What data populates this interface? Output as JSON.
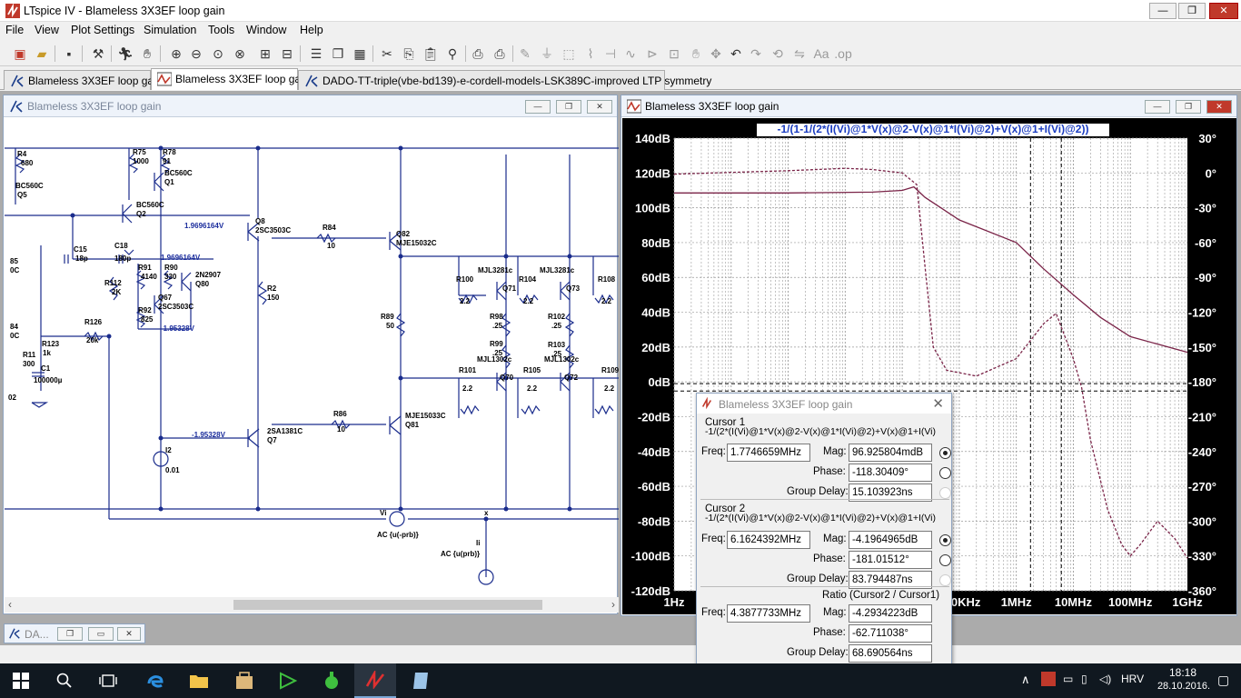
{
  "window": {
    "title": "LTspice IV - Blameless 3X3EF loop gain",
    "min": "—",
    "max": "❐",
    "close": "✕"
  },
  "menu": [
    "File",
    "View",
    "Plot Settings",
    "Simulation",
    "Tools",
    "Window",
    "Help"
  ],
  "tabs": [
    {
      "label": "Blameless 3X3EF loop gain"
    },
    {
      "label": "Blameless 3X3EF loop gain"
    },
    {
      "label": "DADO-TT-triple(vbe-bd139)-e-cordell-models-LSK389C-improved LTP symmetry"
    }
  ],
  "schematic": {
    "title": "Blameless 3X3EF loop gain",
    "labels": [
      {
        "t": "R4"
      },
      {
        "t": "680"
      },
      {
        "t": "BC560C"
      },
      {
        "t": "Q5"
      },
      {
        "t": "R75"
      },
      {
        "t": "1000"
      },
      {
        "t": "R78"
      },
      {
        "t": "91"
      },
      {
        "t": "BC560C"
      },
      {
        "t": "Q1"
      },
      {
        "t": "BC560C"
      },
      {
        "t": "Q2"
      },
      {
        "t": "Q8"
      },
      {
        "t": "2SC3503C"
      },
      {
        "t": "R84"
      },
      {
        "t": "10"
      },
      {
        "t": "Q82"
      },
      {
        "t": "MJE15032C"
      },
      {
        "t": "C15"
      },
      {
        "t": "18p"
      },
      {
        "t": "C18"
      },
      {
        "t": "180p"
      },
      {
        "t": "R91"
      },
      {
        "t": "4140"
      },
      {
        "t": "R90"
      },
      {
        "t": "330"
      },
      {
        "t": "2N2907"
      },
      {
        "t": "Q80"
      },
      {
        "t": "R112"
      },
      {
        "t": "2K"
      },
      {
        "t": "Q67"
      },
      {
        "t": "2SC3503C"
      },
      {
        "t": "R92"
      },
      {
        "t": "825"
      },
      {
        "t": "R2"
      },
      {
        "t": "150"
      },
      {
        "t": "R100"
      },
      {
        "t": "2.2"
      },
      {
        "t": "MJL3281c"
      },
      {
        "t": "Q71"
      },
      {
        "t": "R104"
      },
      {
        "t": "2.2"
      },
      {
        "t": "MJL3281c"
      },
      {
        "t": "Q73"
      },
      {
        "t": "R108"
      },
      {
        "t": "2.2"
      },
      {
        "t": "R98"
      },
      {
        "t": ".25"
      },
      {
        "t": "R102"
      },
      {
        "t": ".25"
      },
      {
        "t": "R89"
      },
      {
        "t": "50"
      },
      {
        "t": "R99"
      },
      {
        "t": ".25"
      },
      {
        "t": "R103"
      },
      {
        "t": ".25"
      },
      {
        "t": "MJL1302c"
      },
      {
        "t": "MJL1302c"
      },
      {
        "t": "R101"
      },
      {
        "t": "2.2"
      },
      {
        "t": "Q70"
      },
      {
        "t": "R105"
      },
      {
        "t": "2.2"
      },
      {
        "t": "Q72"
      },
      {
        "t": "R109"
      },
      {
        "t": "2.2"
      },
      {
        "t": "R126"
      },
      {
        "t": "20k"
      },
      {
        "t": "R123"
      },
      {
        "t": "1k"
      },
      {
        "t": "R11"
      },
      {
        "t": "300"
      },
      {
        "t": "C1"
      },
      {
        "t": "100000µ"
      },
      {
        "t": "R86"
      },
      {
        "t": "10"
      },
      {
        "t": "MJE15033C"
      },
      {
        "t": "Q81"
      },
      {
        "t": "2SA1381C"
      },
      {
        "t": "Q7"
      },
      {
        "t": "I2"
      },
      {
        "t": "0.01"
      },
      {
        "t": "Vi"
      },
      {
        "t": "AC {u(-prb)}"
      },
      {
        "t": "x"
      },
      {
        "t": "Ii"
      },
      {
        "t": "AC {u(prb)}"
      },
      {
        "t": "85"
      },
      {
        "t": "0C"
      },
      {
        "t": "84"
      },
      {
        "t": "0C"
      },
      {
        "t": "02"
      }
    ],
    "voltages": [
      "1.9696164V",
      "1.9696164V",
      "-1.95328V",
      "-1.95328V"
    ]
  },
  "plot": {
    "title": "Blameless 3X3EF loop gain",
    "trace_label": "-1/(1-1/(2*(I(Vi)@1*V(x)@2-V(x)@1*I(Vi)@2)+V(x)@1+I(Vi)@2))",
    "line_color": "#7a2448"
  },
  "chart_data": {
    "type": "line",
    "title": "-1/(1-1/(2*(I(Vi)@1*V(x)@2-V(x)@1*I(Vi)@2)+V(x)@1+I(Vi)@2))",
    "x_axis": {
      "scale": "log",
      "range": [
        1,
        1000000000
      ],
      "unit": "Hz",
      "ticks": [
        "1Hz",
        "10Hz",
        "100Hz",
        "1KHz",
        "10KHz",
        "100KHz",
        "1MHz",
        "10MHz",
        "100MHz",
        "1GHz"
      ]
    },
    "y_left": {
      "range": [
        -120,
        140
      ],
      "unit": "dB",
      "ticks": [
        "140dB",
        "120dB",
        "100dB",
        "80dB",
        "60dB",
        "40dB",
        "20dB",
        "0dB",
        "-20dB",
        "-40dB",
        "-60dB",
        "-80dB",
        "-100dB",
        "-120dB"
      ]
    },
    "y_right": {
      "range": [
        -360,
        30
      ],
      "unit": "°",
      "ticks": [
        "30°",
        "0°",
        "-30°",
        "-60°",
        "-90°",
        "-120°",
        "-150°",
        "-180°",
        "-210°",
        "-240°",
        "-270°",
        "-300°",
        "-330°",
        "-360°"
      ]
    },
    "grid": true,
    "series": [
      {
        "style": "solid",
        "axis": "left",
        "points": [
          [
            1,
            108.5
          ],
          [
            100,
            108.5
          ],
          [
            3000,
            109
          ],
          [
            10000,
            110
          ],
          [
            16000,
            112
          ],
          [
            25000,
            106
          ],
          [
            100000,
            93
          ],
          [
            1000000,
            80
          ],
          [
            3000000,
            65
          ],
          [
            10000000,
            50
          ],
          [
            30000000,
            37
          ],
          [
            100000000,
            26
          ],
          [
            1000000000,
            17
          ]
        ]
      },
      {
        "style": "dashed",
        "axis": "right",
        "points": [
          [
            1,
            -1
          ],
          [
            100,
            2
          ],
          [
            1000,
            4
          ],
          [
            3000,
            3
          ],
          [
            10000,
            0
          ],
          [
            18000,
            -10
          ],
          [
            25000,
            -80
          ],
          [
            35000,
            -150
          ],
          [
            60000,
            -170
          ],
          [
            200000,
            -175
          ],
          [
            1000000,
            -160
          ],
          [
            3000000,
            -130
          ],
          [
            5000000,
            -121
          ],
          [
            10000000,
            -160
          ],
          [
            14000000,
            -185
          ],
          [
            20000000,
            -230
          ],
          [
            40000000,
            -290
          ],
          [
            70000000,
            -320
          ],
          [
            100000000,
            -330
          ],
          [
            150000000,
            -320
          ],
          [
            300000000,
            -300
          ],
          [
            600000000,
            -315
          ],
          [
            1000000000,
            -332
          ]
        ]
      }
    ],
    "cursors": [
      {
        "freq_hz": 1774665.9
      },
      {
        "freq_hz": 6162439.2
      }
    ]
  },
  "cursor_window": {
    "title": "Blameless 3X3EF loop gain",
    "close": "✕",
    "cursor1": {
      "heading": "Cursor 1",
      "expr": "-1/(2*(I(Vi)@1*V(x)@2-V(x)@1*I(Vi)@2)+V(x)@1+I(Vi)",
      "freq_label": "Freq:",
      "freq": "1.7746659MHz",
      "mag_label": "Mag:",
      "mag": "96.925804mdB",
      "phase_label": "Phase:",
      "phase": "-118.30409°",
      "gd_label": "Group Delay:",
      "gd": "15.103923ns"
    },
    "cursor2": {
      "heading": "Cursor 2",
      "expr": "-1/(2*(I(Vi)@1*V(x)@2-V(x)@1*I(Vi)@2)+V(x)@1+I(Vi)",
      "freq_label": "Freq:",
      "freq": "6.1624392MHz",
      "mag_label": "Mag:",
      "mag": "-4.1964965dB",
      "phase_label": "Phase:",
      "phase": "-181.01512°",
      "gd_label": "Group Delay:",
      "gd": "83.794487ns"
    },
    "ratio": {
      "heading": "Ratio (Cursor2 / Cursor1)",
      "freq_label": "Freq:",
      "freq": "4.3877733MHz",
      "mag_label": "Mag:",
      "mag": "-4.2934223dB",
      "phase_label": "Phase:",
      "phase": "-62.711038°",
      "gd_label": "Group Delay:",
      "gd": "68.690564ns"
    }
  },
  "minimized": {
    "title": "DA..."
  },
  "taskbar": {
    "lang": "HRV",
    "time": "18:18",
    "date": "28.10.2016."
  }
}
